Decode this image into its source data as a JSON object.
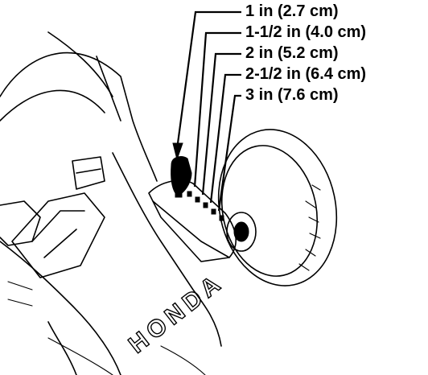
{
  "height_settings": [
    {
      "label": "1 in (2.7 cm)"
    },
    {
      "label": "1-1/2 in (4.0 cm)"
    },
    {
      "label": "2 in (5.2 cm)"
    },
    {
      "label": "2-1/2 in (6.4 cm)"
    },
    {
      "label": "3 in (7.6 cm)"
    }
  ],
  "brand_mark": "HONDA"
}
